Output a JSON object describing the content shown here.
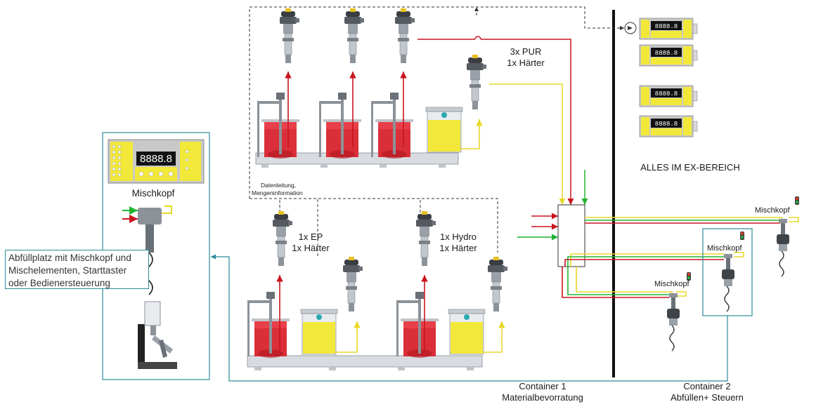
{
  "labels": {
    "pur": [
      "3x PUR",
      "1x Härter"
    ],
    "ep": [
      "1x EP",
      "1x Härter"
    ],
    "hydro": [
      "1x Hydro",
      "1x Härter"
    ],
    "data_line": [
      "Datenleitung,",
      "Mengeninformation"
    ],
    "ex_area": "ALLES IM EX-BEREICH",
    "mixhead": "Mischkopf",
    "container1": [
      "Container 1",
      "Materialbevorratung"
    ],
    "container2": [
      "Container 2",
      "Abfüllen+ Steuern"
    ]
  },
  "callout": [
    "Abfüllplatz mit Mischkopf und",
    "Mischelementen, Starttaster",
    "oder Bedienersteuerung"
  ],
  "panel_display": "8888.8",
  "counter_display": "8888.8",
  "colors": {
    "resin_red": "#c8141e",
    "hardener_yellow": "#f2e83a",
    "green": "#22b230",
    "teal": "#2a8a9a",
    "frame": "#1a1a1a"
  }
}
